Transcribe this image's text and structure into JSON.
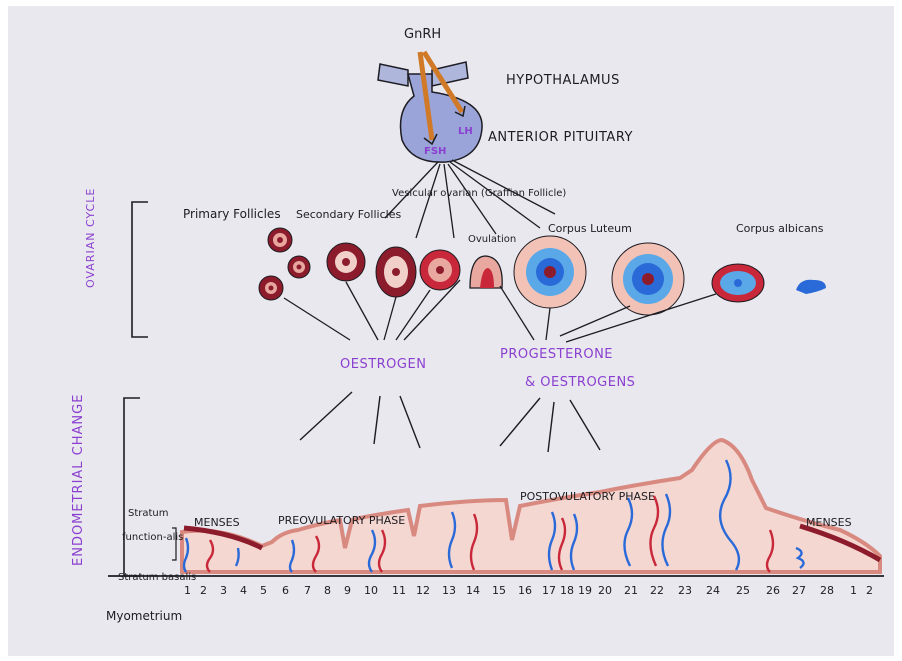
{
  "title_gnrh": "GnRH",
  "hypothalamus": "HYPOTHALAMUS",
  "anterior_pituitary": "ANTERIOR PITUITARY",
  "fsh": "FSH",
  "lh": "LH",
  "ovarian_cycle": "OVARIAN CYCLE",
  "endometrial_change": "ENDOMETRIAL CHANGE",
  "follicles": {
    "primary": "Primary Follicles",
    "secondary": "Secondary Follicles",
    "vesicular": "Vesicular ovarian (Graffian Follicle)",
    "ovulation": "Ovulation",
    "corpus_luteum": "Corpus Luteum",
    "corpus_albicans": "Corpus albicans"
  },
  "hormones": {
    "oestrogen": "OESTROGEN",
    "progesterone": "PROGESTERONE",
    "and_oestrogens": "& OESTROGENS"
  },
  "phases": {
    "menses_start": "MENSES",
    "preovulatory": "PREOVULATORY PHASE",
    "postovulatory": "POSTOVULATORY PHASE",
    "menses_end": "MENSES"
  },
  "layers": {
    "stratum": "Stratum",
    "functionalis": "function-alis",
    "stratum_basalis": "Stratum basalis",
    "myometrium": "Myometrium"
  },
  "days": [
    "1",
    "2",
    "3",
    "4",
    "5",
    "6",
    "7",
    "8",
    "9",
    "10",
    "11",
    "12",
    "13",
    "14",
    "15",
    "16",
    "17",
    "18",
    "19",
    "20",
    "21",
    "22",
    "23",
    "24",
    "25",
    "26",
    "27",
    "28",
    "1",
    "2"
  ],
  "colors": {
    "ink": "#1c1c22",
    "purple": "#8a3fd0",
    "maroon": "#8c1c2c",
    "red": "#c8283a",
    "pink": "#e8a8a0",
    "blue": "#2a6ad8",
    "lightblue": "#5aa8e8",
    "orange": "#d07a28",
    "pituitary": "#9aa4d8"
  }
}
